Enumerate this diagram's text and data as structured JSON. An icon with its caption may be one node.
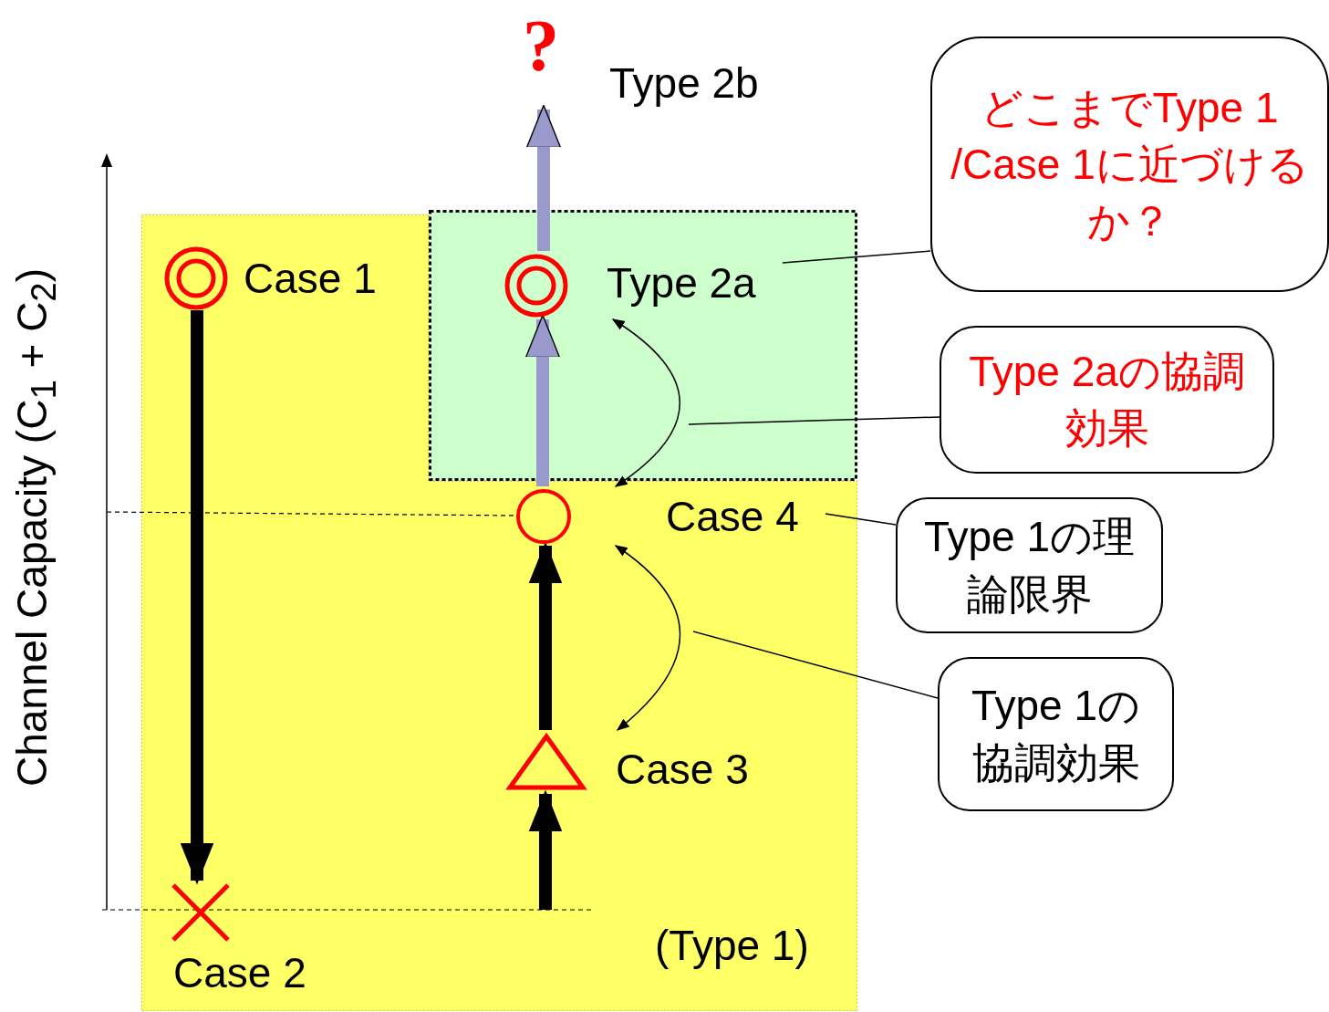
{
  "diagram": {
    "nodes": [
      {
        "text": [
          "(Type 1)"
        ]
      },
      {
        "text": [],
        "shape": "box"
      },
      {
        "text": [
          "Case 1"
        ],
        "in": 0
      },
      {
        "text": [
          "Case 2"
        ],
        "in": 0
      },
      {
        "text": [
          "Case 3"
        ],
        "in": 0
      },
      {
        "text": [
          "Case 4"
        ],
        "in": 0
      },
      {
        "text": [
          "Type 2a"
        ],
        "in": 1
      },
      {
        "text": [
          "?",
          "Type 2b"
        ]
      },
      {
        "text": [
          "どこまでType 1 /Case 1に近づけるか？"
        ]
      },
      {
        "text": [
          "Type 2aの協調効果"
        ]
      },
      {
        "text": [
          "Type 1の理論限界"
        ]
      },
      {
        "text": [
          "Type 1の協調効果"
        ]
      }
    ],
    "edges": [
      {
        "from": 2,
        "to": 3,
        "arrow": "to",
        "style": "thick"
      },
      {
        "from": null,
        "to": 4,
        "arrow": "to",
        "style": "thick"
      },
      {
        "from": 4,
        "to": 5,
        "arrow": "to",
        "style": "thick"
      },
      {
        "from": 5,
        "to": 6,
        "arrow": "to",
        "style": "thick",
        "color": "#9999cc"
      },
      {
        "from": 6,
        "to": 7,
        "arrow": "to",
        "style": "thick",
        "color": "#9999cc"
      },
      {
        "from": 5,
        "to": 6,
        "arrow": "both"
      },
      {
        "from": 4,
        "to": 5,
        "arrow": "both"
      },
      {
        "from": 8,
        "to": 6,
        "arrow": "none"
      },
      {
        "from": 9,
        "to": null,
        "arrow": "none"
      },
      {
        "from": 10,
        "to": 5,
        "arrow": "none"
      },
      {
        "from": 11,
        "to": null,
        "arrow": "none"
      }
    ],
    "labels": [
      "Channel Capacity  (C$_{1}$ + C$_{2}$)"
    ]
  }
}
